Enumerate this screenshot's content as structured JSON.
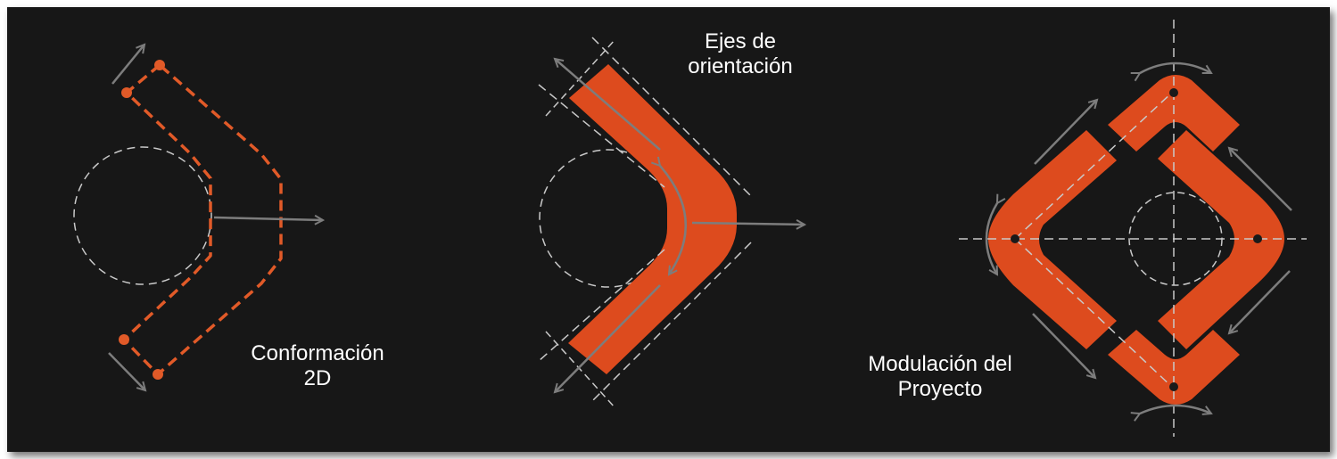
{
  "labels": {
    "conformacion": [
      "Conformación",
      "2D"
    ],
    "ejes": [
      "Ejes de",
      "orientación"
    ],
    "modulacion": [
      "Modulación del",
      "Proyecto"
    ]
  },
  "colors": {
    "background": "#171717",
    "accent": "#dd4b1e",
    "arrow": "#7d7d7d",
    "dashed_guide": "#c9c9c9",
    "text": "#ffffff",
    "marker": "#1a1a1a"
  }
}
